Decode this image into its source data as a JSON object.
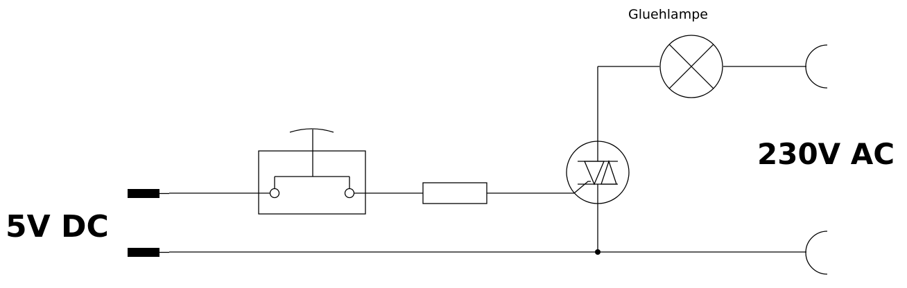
{
  "labels": {
    "dc_supply": "5V DC",
    "ac_supply": "230V AC",
    "lamp": "Gluehlampe"
  },
  "components": [
    {
      "name": "dc-terminal-top",
      "kind": "terminal"
    },
    {
      "name": "dc-terminal-bottom",
      "kind": "terminal"
    },
    {
      "name": "push-button-switch",
      "kind": "switch"
    },
    {
      "name": "resistor",
      "kind": "resistor"
    },
    {
      "name": "triac",
      "kind": "triac"
    },
    {
      "name": "lamp",
      "kind": "lamp"
    },
    {
      "name": "ac-socket-top",
      "kind": "socket"
    },
    {
      "name": "ac-socket-bottom",
      "kind": "socket"
    }
  ],
  "colors": {
    "line": "#000000",
    "background": "#ffffff"
  }
}
